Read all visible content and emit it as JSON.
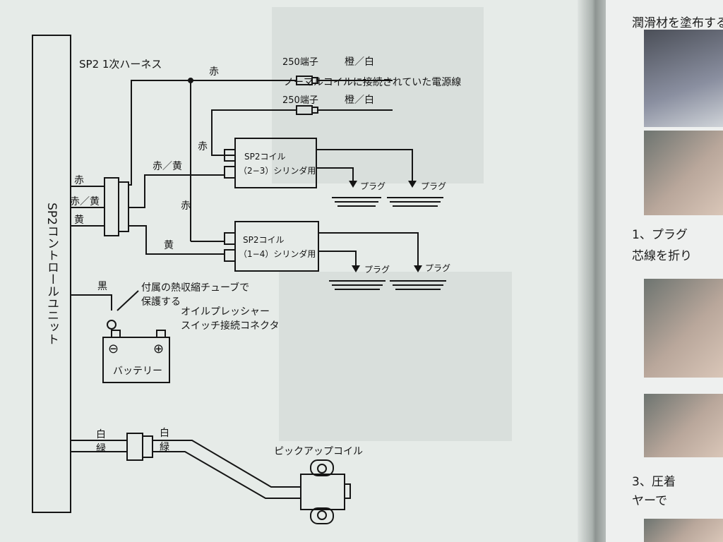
{
  "diagram": {
    "control_unit": "SP2コントロールユニット",
    "harness": "SP2 1次ハーネス",
    "wire_colors": {
      "red": "赤",
      "red_yellow": "赤／黄",
      "yellow": "黄",
      "black": "黒",
      "white": "白",
      "green": "緑",
      "orange_white": "橙／白"
    },
    "terminal_label": "250端子",
    "normal_coil_note": "ノーマルコイルに接続されていた電源線",
    "coil_top_line1": "SP2コイル",
    "coil_top_line2": "（2−3）シリンダ用",
    "coil_bottom_line1": "SP2コイル",
    "coil_bottom_line2": "（1−4）シリンダ用",
    "plug": "プラグ",
    "heat_shrink_line1": "付属の熱収縮チューブで",
    "heat_shrink_line2": "保護する",
    "oil_switch_line1": "オイルプレッシャー",
    "oil_switch_line2": "スイッチ接続コネクタ",
    "battery": "バッテリー",
    "battery_minus": "⊖",
    "battery_plus": "⊕",
    "pickup_coil": "ピックアップコイル"
  },
  "side_page": {
    "top_text": "潤滑材を塗布する",
    "step1_line1": "1、プラグ",
    "step1_line2": "芯線を折り",
    "step3_line1": "3、圧着",
    "step3_line2": "ヤーで"
  }
}
